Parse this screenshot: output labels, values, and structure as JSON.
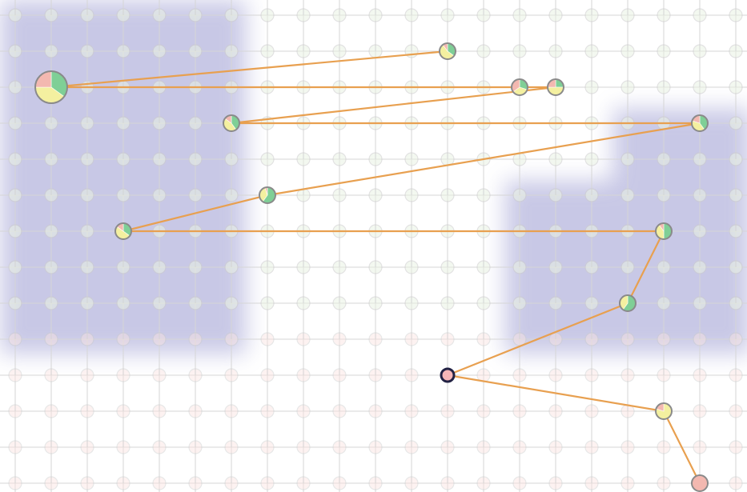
{
  "chart_data": {
    "type": "scatter",
    "title": "",
    "xlabel": "",
    "ylabel": "",
    "grid": true,
    "x_range": [
      0,
      20
    ],
    "y_range": [
      0,
      13
    ],
    "slice_colors": [
      "#7fcf96",
      "#f4f0a0",
      "#f3b8b0"
    ],
    "background_dot_color": "#cccccc",
    "heat_color": "#5a5ab4",
    "path_color": "#e8a050",
    "current_stroke": "#222244",
    "current_fill": "#f6b6b8",
    "heat_regions": [
      {
        "x": [
          0,
          6
        ],
        "y": [
          0,
          9
        ]
      },
      {
        "x": [
          14,
          20
        ],
        "y": [
          5,
          9
        ]
      },
      {
        "x": [
          17,
          20
        ],
        "y": [
          3,
          9
        ]
      }
    ],
    "path": [
      {
        "x": 12,
        "y": 1,
        "pie": [
          0.35,
          0.55,
          0.1
        ]
      },
      {
        "x": 1,
        "y": 2,
        "pie": [
          0.35,
          0.4,
          0.25
        ],
        "big": true
      },
      {
        "x": 14,
        "y": 2,
        "pie": [
          0.3,
          0.35,
          0.35
        ]
      },
      {
        "x": 15,
        "y": 2,
        "pie": [
          0.25,
          0.5,
          0.25
        ]
      },
      {
        "x": 6,
        "y": 3,
        "pie": [
          0.4,
          0.45,
          0.15
        ]
      },
      {
        "x": 19,
        "y": 3,
        "pie": [
          0.4,
          0.4,
          0.2
        ]
      },
      {
        "x": 7,
        "y": 5,
        "pie": [
          0.6,
          0.35,
          0.05
        ]
      },
      {
        "x": 3,
        "y": 6,
        "pie": [
          0.35,
          0.5,
          0.15
        ]
      },
      {
        "x": 18,
        "y": 6,
        "pie": [
          0.5,
          0.4,
          0.1
        ]
      },
      {
        "x": 17,
        "y": 8,
        "pie": [
          0.6,
          0.4,
          0.0
        ]
      },
      {
        "x": 12,
        "y": 10,
        "pie": [
          0.0,
          0.0,
          1.0
        ],
        "current": true
      },
      {
        "x": 18,
        "y": 11,
        "pie": [
          0.0,
          0.8,
          0.2
        ]
      },
      {
        "x": 19,
        "y": 13,
        "pie": [
          0.0,
          0.0,
          1.0
        ]
      }
    ]
  }
}
